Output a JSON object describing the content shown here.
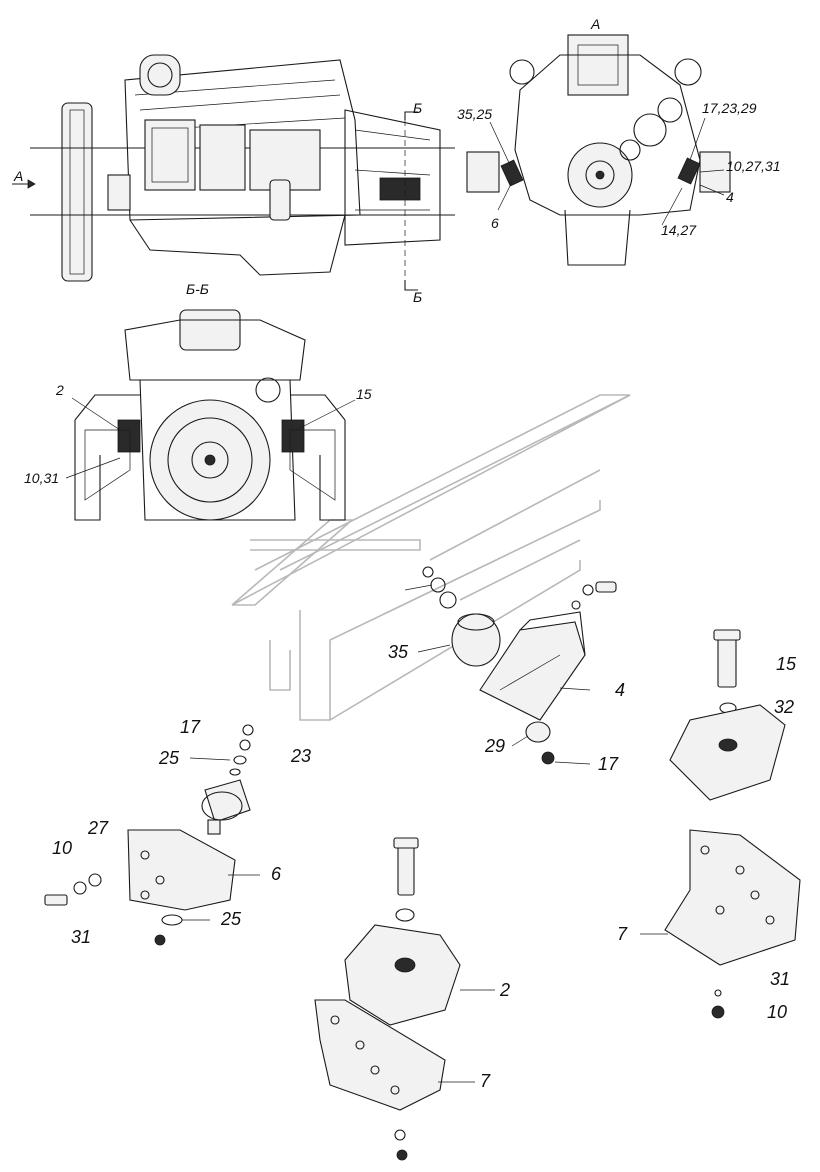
{
  "views": {
    "view_a_label": "А",
    "section_mark": "Б",
    "section_title": "Б-Б"
  },
  "callouts": {
    "top_right": {
      "c1": "35,25",
      "c2": "17,23,29",
      "c3": "10,27,31",
      "c4": "4",
      "c5": "6",
      "c6": "14,27"
    },
    "section": {
      "c1": "2",
      "c2": "15",
      "c3": "10,31"
    },
    "parts": {
      "p35": "35",
      "p4": "4",
      "p29": "29",
      "p17a": "17",
      "p15": "15",
      "p32": "32",
      "p17b": "17",
      "p25a": "25",
      "p23": "23",
      "p27": "27",
      "p10a": "10",
      "p6": "6",
      "p31a": "31",
      "p25b": "25",
      "p7a": "7",
      "p31b": "31",
      "p10b": "10",
      "p2": "2",
      "p7b": "7"
    }
  },
  "colors": {
    "line": "#1a1a1a",
    "watermark": "#b8b8b8",
    "background": "#ffffff"
  }
}
